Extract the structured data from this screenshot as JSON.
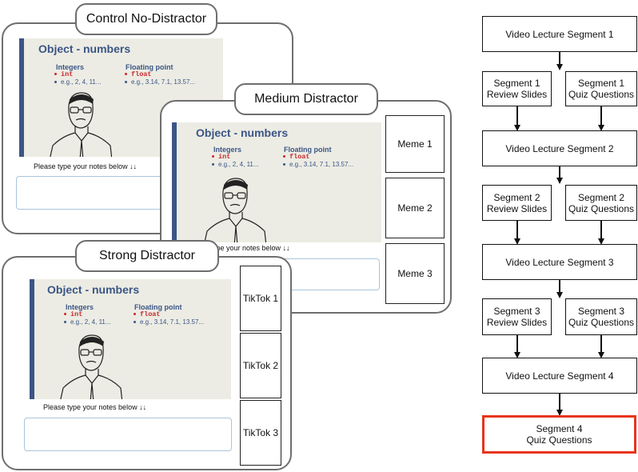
{
  "slide": {
    "title": "Object - numbers",
    "integers_heading": "Integers",
    "integers_code": "int",
    "integers_example": "e.g., 2, 4, 11...",
    "float_heading": "Floating point",
    "float_code": "float",
    "float_example": "e.g., 3.14, 7.1, 13.57..."
  },
  "notes_label": "Please type your notes below ↓↓",
  "notes_label_cut": "ype your notes below ↓↓",
  "panels": {
    "control": {
      "label": "Control No-Distractor"
    },
    "medium": {
      "label": "Medium Distractor",
      "side_items": [
        "Meme 1",
        "Meme 2",
        "Meme 3"
      ]
    },
    "strong": {
      "label": "Strong Distractor",
      "side_items": [
        "TikTok 1",
        "TikTok 2",
        "TikTok 3"
      ]
    }
  },
  "flowchart": {
    "seg1": "Video Lecture Segment 1",
    "seg1_review": "Segment 1\nReview Slides",
    "seg1_quiz": "Segment 1\nQuiz Questions",
    "seg2": "Video Lecture Segment 2",
    "seg2_review": "Segment 2\nReview Slides",
    "seg2_quiz": "Segment 2\nQuiz Questions",
    "seg3": "Video Lecture Segment 3",
    "seg3_review": "Segment 3\nReview Slides",
    "seg3_quiz": "Segment 3\nQuiz Questions",
    "seg4": "Video Lecture Segment 4",
    "seg4_quiz": "Segment 4\nQuiz Questions",
    "final_color": "#e8341c"
  }
}
